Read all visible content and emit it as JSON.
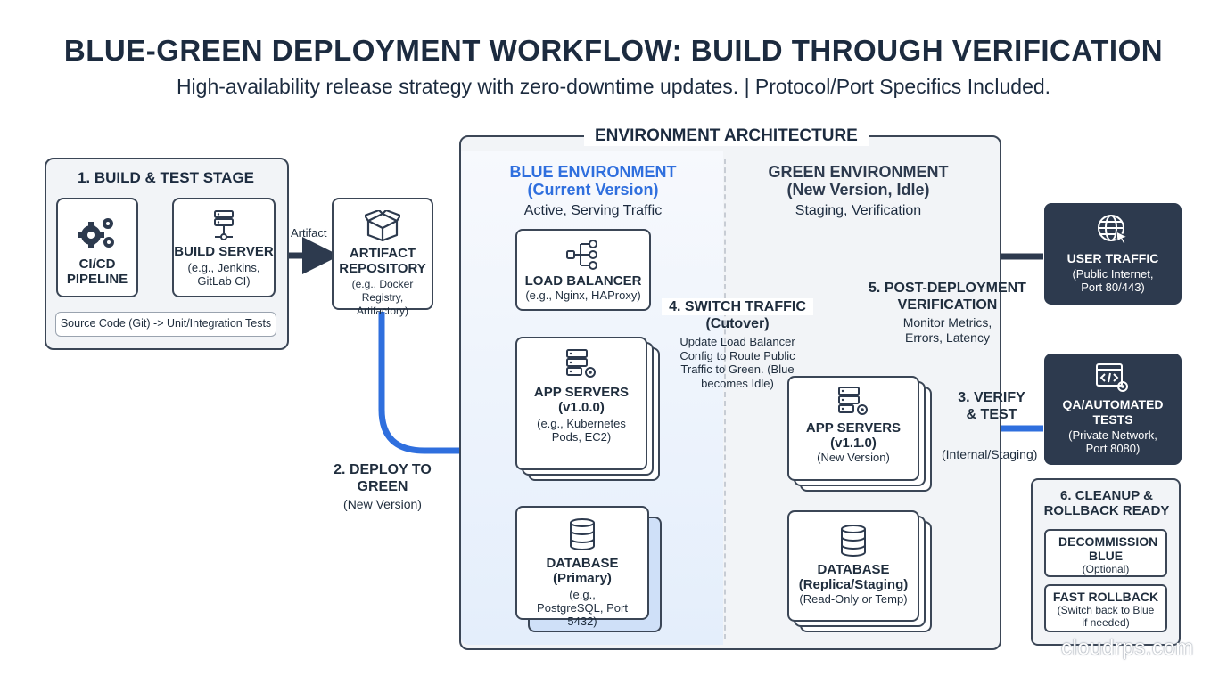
{
  "header": {
    "title": "BLUE-GREEN DEPLOYMENT WORKFLOW: BUILD THROUGH VERIFICATION",
    "subtitle": "High-availability release strategy with zero-downtime updates. | Protocol/Port Specifics Included."
  },
  "build_stage": {
    "title": "1. BUILD & TEST STAGE",
    "cicd": "CI/CD PIPELINE",
    "build_server": "BUILD SERVER",
    "build_server_detail": "(e.g., Jenkins, GitLab CI)",
    "footer": "Source Code (Git) -> Unit/Integration Tests"
  },
  "artifact_edge": "Artifact",
  "artifact_repo": {
    "title": "ARTIFACT REPOSITORY",
    "detail": "(e.g., Docker Registry, Artifactory)"
  },
  "env": {
    "title": "ENVIRONMENT ARCHITECTURE",
    "blue_title": "BLUE ENVIRONMENT",
    "blue_version": "(Current Version)",
    "blue_status": "Active, Serving Traffic",
    "green_title": "GREEN ENVIRONMENT",
    "green_version": "(New Version, Idle)",
    "green_status": "Staging, Verification"
  },
  "load_balancer": {
    "title": "LOAD BALANCER",
    "detail": "(e.g., Nginx, HAProxy)"
  },
  "blue_app": {
    "title": "APP SERVERS",
    "version": "(v1.0.0)",
    "detail": "(e.g., Kubernetes Pods, EC2)"
  },
  "blue_db": {
    "title": "DATABASE",
    "role": "(Primary)",
    "detail": "(e.g., PostgreSQL, Port 5432)"
  },
  "green_app": {
    "title": "APP SERVERS",
    "version": "(v1.1.0)",
    "detail": "(New Version)"
  },
  "green_db": {
    "title": "DATABASE",
    "role": "(Replica/Staging)",
    "detail": "(Read-Only or Temp)"
  },
  "deploy": {
    "title": "2. DEPLOY TO GREEN",
    "detail": "(New Version)"
  },
  "switch": {
    "title": "4. SWITCH TRAFFIC",
    "subtitle": "(Cutover)",
    "detail": "Update Load Balancer Config to Route Public Traffic to Green. (Blue becomes Idle)"
  },
  "post_deploy": {
    "title": "5. POST-DEPLOYMENT VERIFICATION",
    "detail": "Monitor Metrics, Errors, Latency"
  },
  "verify": {
    "title": "3. VERIFY & TEST",
    "detail": "(Internal/Staging)"
  },
  "user_traffic": {
    "title": "USER TRAFFIC",
    "detail": "(Public Internet, Port 80/443)"
  },
  "qa": {
    "title": "QA/AUTOMATED TESTS",
    "detail": "(Private Network, Port 8080)"
  },
  "cleanup": {
    "title": "6. CLEANUP & ROLLBACK READY",
    "decommission": "DECOMMISSION BLUE",
    "decommission_detail": "(Optional)",
    "rollback": "FAST ROLLBACK",
    "rollback_detail": "(Switch back to Blue if needed)"
  },
  "watermark": "cloudrps.com",
  "colors": {
    "navy": "#2d3a4e",
    "blue_accent": "#2f6fde",
    "panel_bg": "#f2f4f7",
    "blue_zone": "#e8f0fc"
  }
}
